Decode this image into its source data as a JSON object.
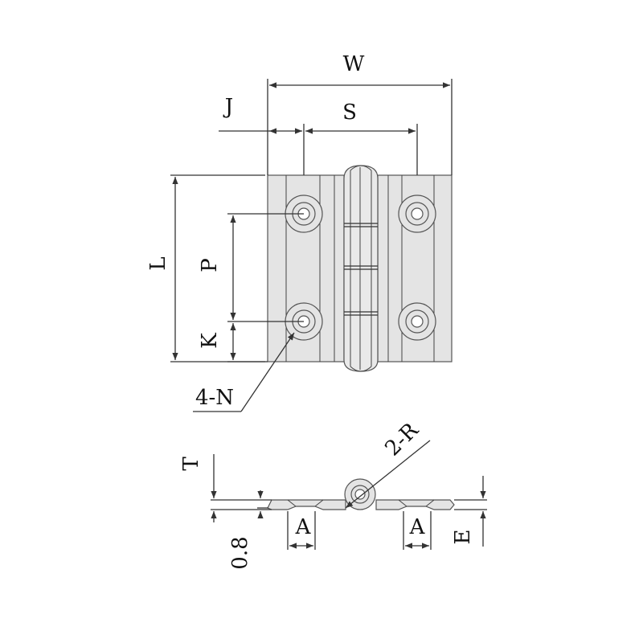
{
  "colors": {
    "line": "#333333",
    "part_fill": "#e4e4e4",
    "part_stroke": "#555555",
    "background": "#ffffff"
  },
  "top_view_labels": {
    "width": "W",
    "offset": "J",
    "hole_spacing": "S",
    "length": "L",
    "pitch": "P",
    "edge": "K",
    "holes": "4-N"
  },
  "side_view_labels": {
    "radius": "2-R",
    "thickness": "T",
    "leaf_gap": "0.8",
    "countersink_left": "A",
    "countersink_right": "A",
    "height": "E"
  }
}
